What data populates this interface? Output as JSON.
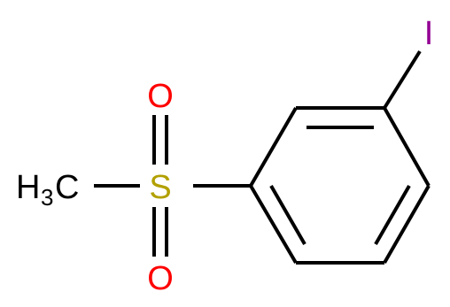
{
  "molecule": {
    "atoms": {
      "iodine": {
        "symbol": "I",
        "color": "#940094"
      },
      "sulfur": {
        "symbol": "S",
        "color": "#b2a000"
      },
      "oxygen_top": {
        "symbol": "O",
        "color": "#ff0000"
      },
      "oxygen_bottom": {
        "symbol": "O",
        "color": "#ff0000"
      },
      "methyl": {
        "h": "H",
        "sub": "3",
        "c": "C",
        "color": "#000000"
      }
    },
    "bond_color": "#000000"
  }
}
